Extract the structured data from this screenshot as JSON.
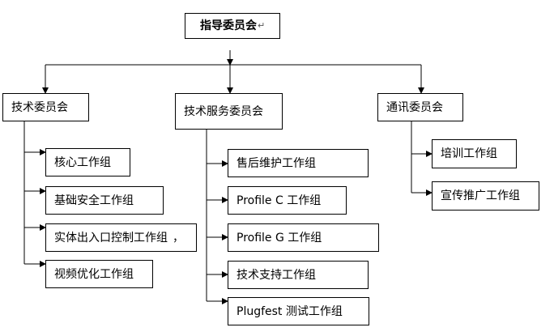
{
  "diagram": {
    "top": {
      "label": "指导委员会",
      "mark": "↵"
    },
    "committees": [
      {
        "label": "技术委员会",
        "groups": [
          "核心工作组",
          "基础安全工作组",
          "实体出入口控制工作组",
          "视频优化工作组"
        ],
        "trailing": [
          "",
          "",
          "，",
          ""
        ]
      },
      {
        "label": "技术服务委员会",
        "groups": [
          "售后维护工作组",
          "Profile C 工作组",
          "Profile G 工作组",
          "技术支持工作组",
          "Plugfest 测试工作组"
        ]
      },
      {
        "label": "通讯委员会",
        "groups": [
          "培训工作组",
          "宣传推广工作组"
        ]
      }
    ]
  }
}
